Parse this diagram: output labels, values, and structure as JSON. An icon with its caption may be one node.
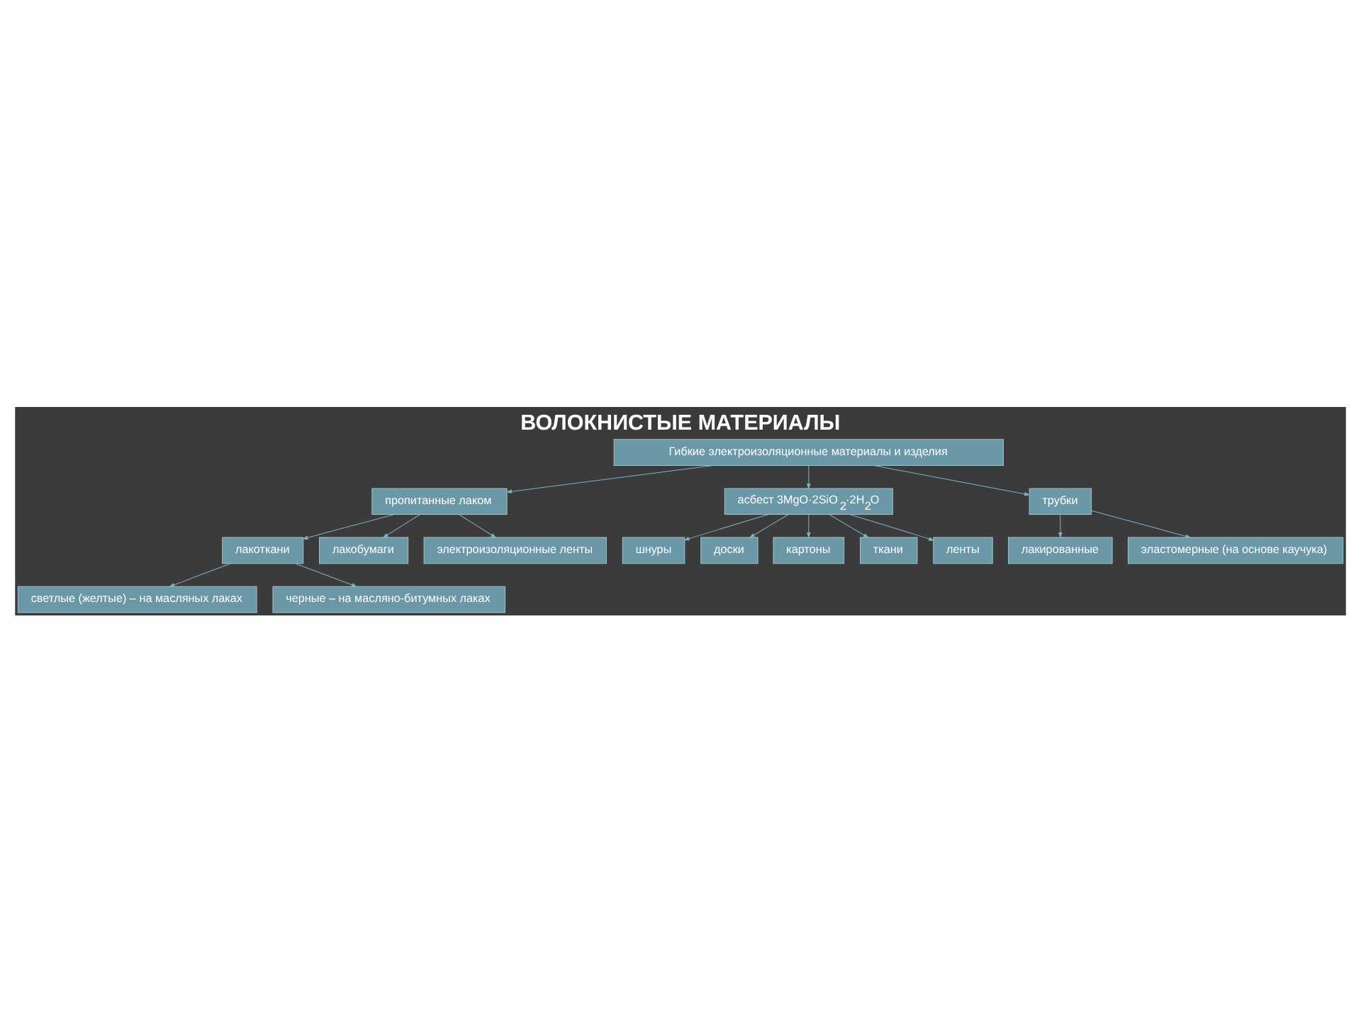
{
  "diagram": {
    "title": "ВОЛОКНИСТЫЕ МАТЕРИАЛЫ",
    "nodes": [
      {
        "text": [
          "Гибкие электроизоляционные материалы и изделия"
        ]
      },
      {
        "text": [
          "пропитанные лаком"
        ]
      },
      {
        "text": [
          "асбест 3MgO·2SiO$_{2}$·2H$_{2}$O"
        ]
      },
      {
        "text": [
          "трубки"
        ]
      },
      {
        "text": [
          "лакоткани"
        ]
      },
      {
        "text": [
          "лакобумаги"
        ]
      },
      {
        "text": [
          "электроизоляционные ленты"
        ]
      },
      {
        "text": [
          "светлые (желтые) – на масляных лаках"
        ]
      },
      {
        "text": [
          "черные – на масляно-битумных лаках"
        ]
      },
      {
        "text": [
          "шнуры"
        ]
      },
      {
        "text": [
          "доски"
        ]
      },
      {
        "text": [
          "картоны"
        ]
      },
      {
        "text": [
          "ткани"
        ]
      },
      {
        "text": [
          "ленты"
        ]
      },
      {
        "text": [
          "лакированные"
        ]
      },
      {
        "text": [
          "эластомерные (на основе каучука)"
        ]
      }
    ],
    "edges": [
      {
        "from": 0,
        "to": 1,
        "arrow": "to"
      },
      {
        "from": 0,
        "to": 2,
        "arrow": "to"
      },
      {
        "from": 0,
        "to": 3,
        "arrow": "to"
      },
      {
        "from": 1,
        "to": 4,
        "arrow": "to"
      },
      {
        "from": 1,
        "to": 5,
        "arrow": "to"
      },
      {
        "from": 1,
        "to": 6,
        "arrow": "to"
      },
      {
        "from": 4,
        "to": 7,
        "arrow": "to"
      },
      {
        "from": 4,
        "to": 8,
        "arrow": "to"
      },
      {
        "from": 2,
        "to": 9,
        "arrow": "to"
      },
      {
        "from": 2,
        "to": 10,
        "arrow": "to"
      },
      {
        "from": 2,
        "to": 11,
        "arrow": "to"
      },
      {
        "from": 2,
        "to": 12,
        "arrow": "to"
      },
      {
        "from": 2,
        "to": 13,
        "arrow": "to"
      },
      {
        "from": 3,
        "to": 14,
        "arrow": "to"
      },
      {
        "from": 3,
        "to": 15,
        "arrow": "to"
      }
    ]
  }
}
